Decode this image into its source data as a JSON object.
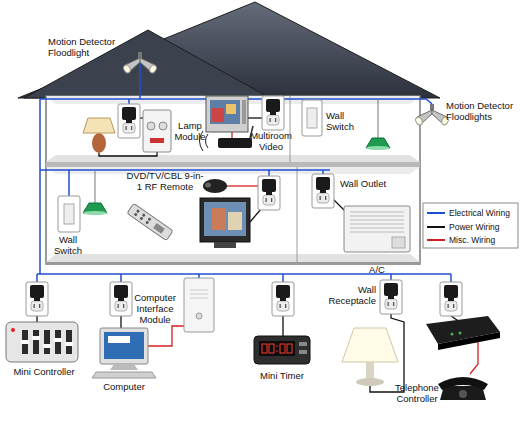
{
  "diagram": {
    "labels": [
      "Motion Detector Floodlight",
      "Lamp Module",
      "Multiroom Video",
      "Wall Switch",
      "Motion Detector Floodlights",
      "DVD/TV/CBL 9-in-1 RF Remote",
      "Wall Outlet",
      "Wall Switch",
      "A/C",
      "Wall Receptacle",
      "Computer Interface Module",
      "Mini Controller",
      "Mini Timer",
      "Telephone Controller",
      "Computer"
    ],
    "legend": [
      {
        "text": "Electrical Wiring"
      },
      {
        "text": "Power Wiring"
      },
      {
        "text": "Misc. Wiring"
      }
    ]
  }
}
